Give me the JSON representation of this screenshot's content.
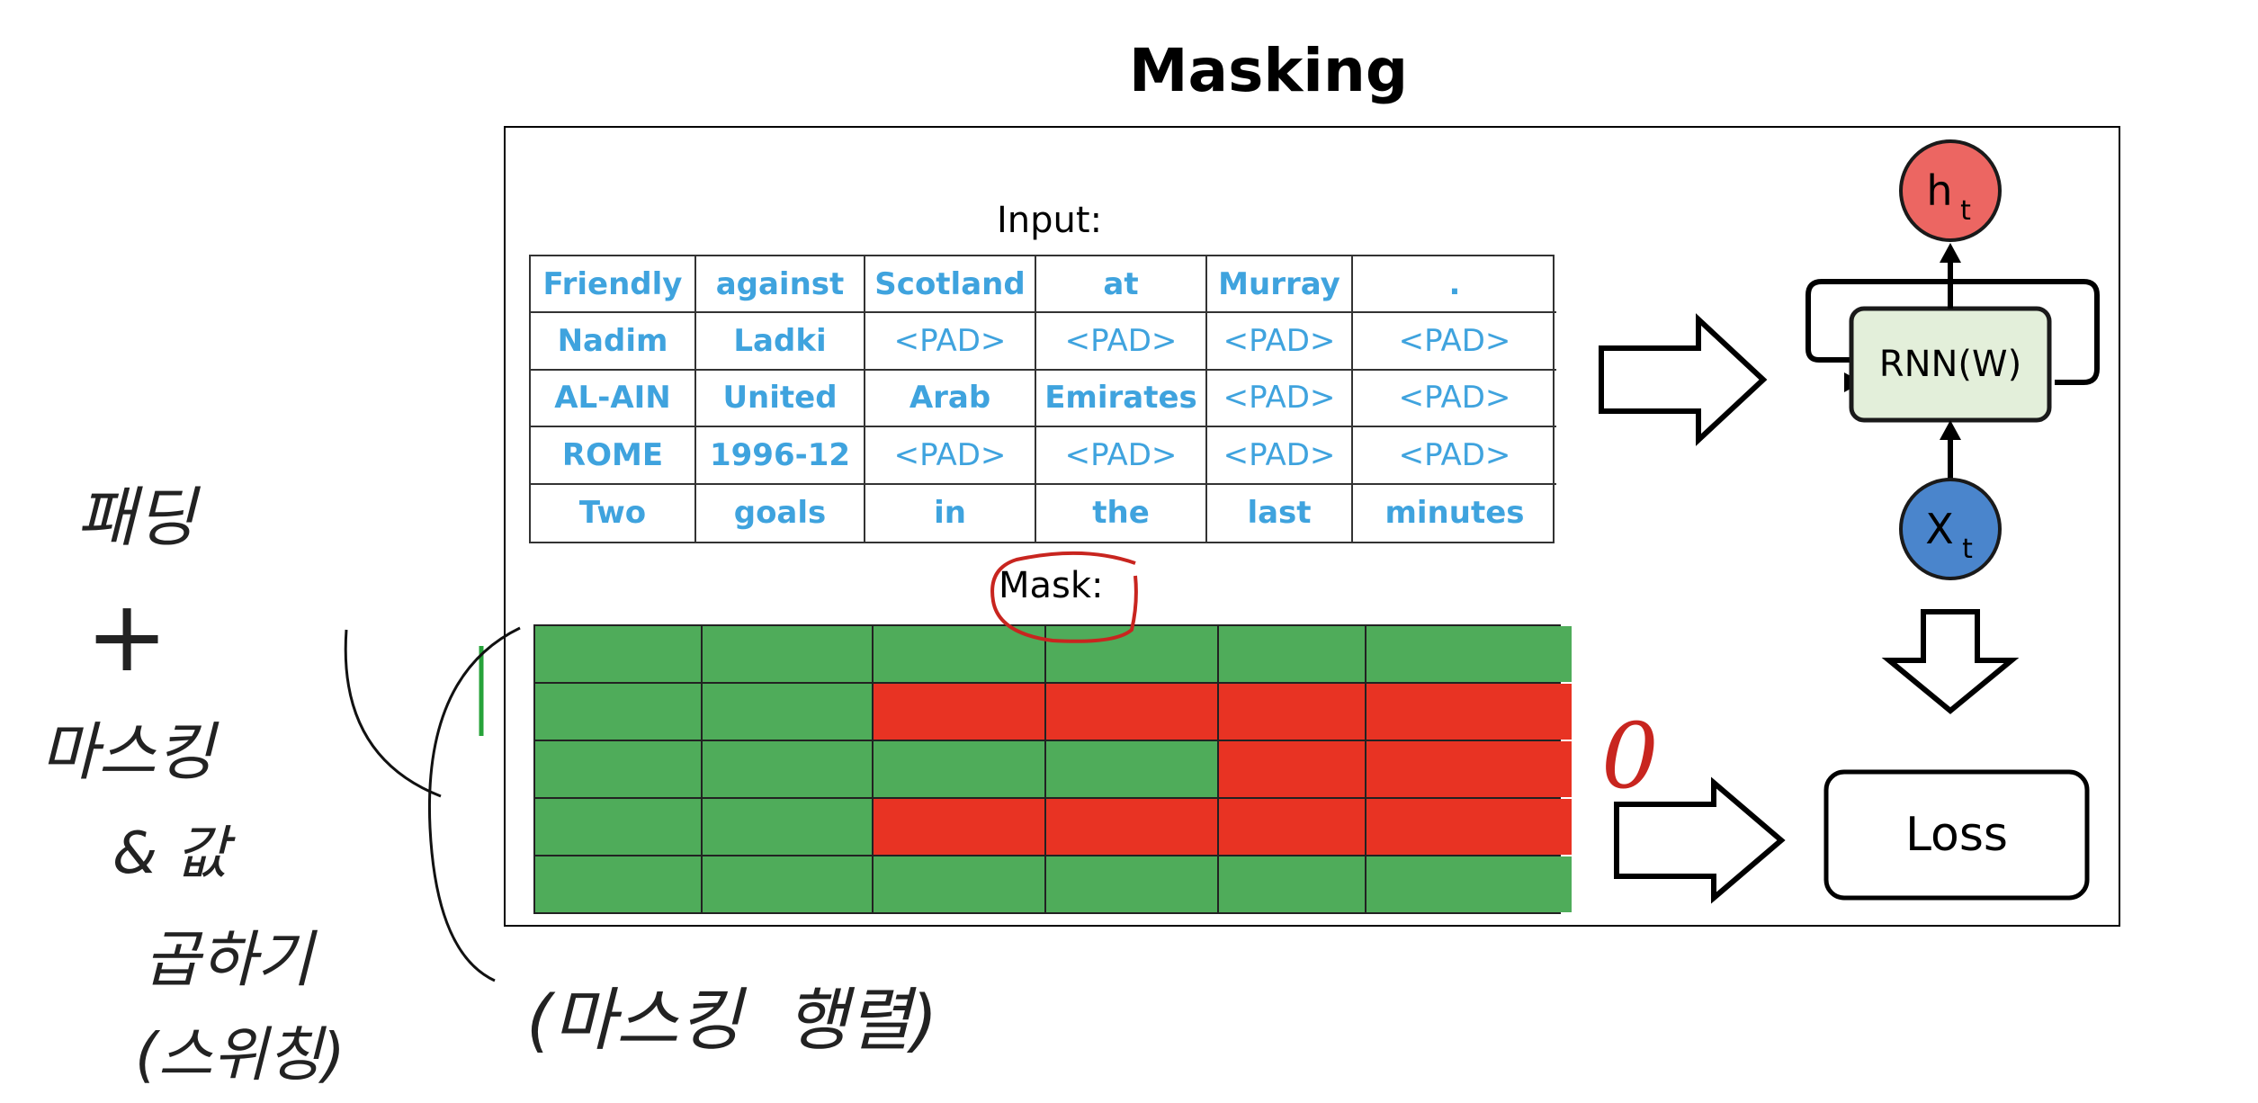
{
  "title": "Masking",
  "input_label": "Input:",
  "mask_label": "Mask:",
  "input_rows": [
    [
      "Friendly",
      "against",
      "Scotland",
      "at",
      "Murray",
      "."
    ],
    [
      "Nadim",
      "Ladki",
      "<PAD>",
      "<PAD>",
      "<PAD>",
      "<PAD>"
    ],
    [
      "AL-AIN",
      "United",
      "Arab",
      "Emirates",
      "<PAD>",
      "<PAD>"
    ],
    [
      "ROME",
      "1996-12",
      "<PAD>",
      "<PAD>",
      "<PAD>",
      "<PAD>"
    ],
    [
      "Two",
      "goals",
      "in",
      "the",
      "last",
      "minutes"
    ]
  ],
  "mask_matrix": [
    [
      1,
      1,
      1,
      1,
      1,
      1
    ],
    [
      1,
      1,
      0,
      0,
      0,
      0
    ],
    [
      1,
      1,
      1,
      1,
      0,
      0
    ],
    [
      1,
      1,
      0,
      0,
      0,
      0
    ],
    [
      1,
      1,
      1,
      1,
      1,
      1
    ]
  ],
  "colors": {
    "mask_on": "#4fac5a",
    "mask_off": "#e83323",
    "token_text": "#3fa3de",
    "h_node": "#ec6662",
    "x_node": "#4a85cc",
    "rnn_box": "#e3efda"
  },
  "rnn": {
    "h_main": "h",
    "h_sub": "t",
    "x_main": "X",
    "x_sub": "t",
    "cell_label": "RNN(W)",
    "loss_label": "Loss"
  },
  "handwriting": {
    "left_lines": [
      "패딩",
      "+",
      "마스킹",
      "& 값",
      "곱하기",
      "(스위칭)"
    ],
    "bottom_note": "(마스킹  행렬)",
    "red_mark": "0"
  }
}
